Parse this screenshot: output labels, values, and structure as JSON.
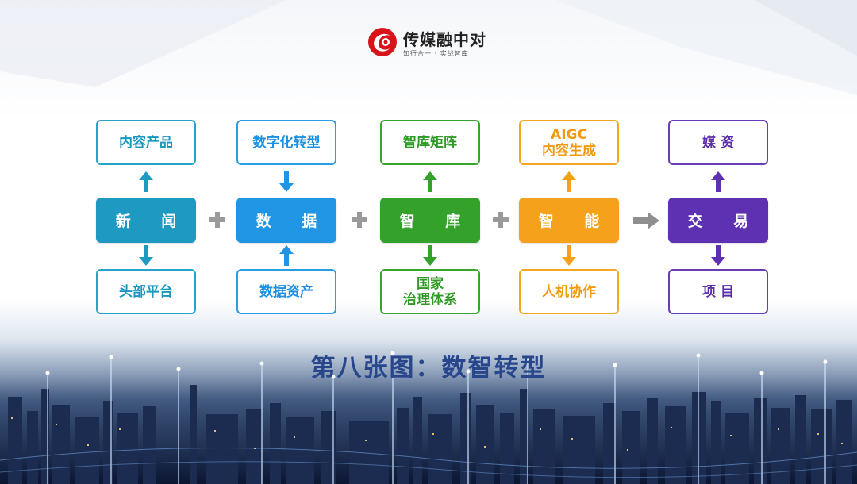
{
  "logo": {
    "title": "传媒融中对",
    "subtitle": "知行合一 · 实战智库"
  },
  "columns": [
    {
      "main_label": "新 闻",
      "top_label": [
        "内容产品"
      ],
      "bottom_label": [
        "头部平台"
      ],
      "top_arrow": "up",
      "bottom_arrow": "down",
      "color": "#1e9ac2"
    },
    {
      "main_label": "数 据",
      "top_label": [
        "数字化转型"
      ],
      "bottom_label": [
        "数据资产"
      ],
      "top_arrow": "down",
      "bottom_arrow": "up",
      "color": "#1f95e4"
    },
    {
      "main_label": "智 库",
      "top_label": [
        "智库矩阵"
      ],
      "bottom_label": [
        "国家",
        "治理体系"
      ],
      "top_arrow": "up",
      "bottom_arrow": "down",
      "color": "#34a12b"
    },
    {
      "main_label": "智 能",
      "top_label": [
        "AIGC",
        "内容生成"
      ],
      "bottom_label": [
        "人机协作"
      ],
      "top_arrow": "up",
      "bottom_arrow": "down",
      "color": "#f6a11c"
    },
    {
      "main_label": "交 易",
      "top_label": [
        "媒 资"
      ],
      "bottom_label": [
        "项 目"
      ],
      "top_arrow": "up",
      "bottom_arrow": "down",
      "color": "#5e30b2"
    }
  ],
  "connectors": [
    "plus-icon",
    "plus-icon",
    "plus-icon",
    "right-arrow-icon"
  ],
  "caption": "第八张图：数智转型"
}
